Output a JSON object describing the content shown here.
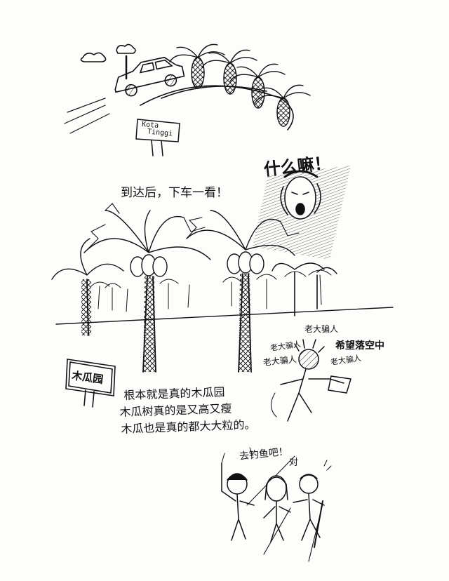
{
  "panel1": {
    "sign_line1": "Kota",
    "sign_line2": "Tinggi"
  },
  "panel2": {
    "arrival_text": "到达后，下车一看！",
    "exclaim_text": "什么嘛！"
  },
  "panel3": {
    "sign_text": "木瓜园",
    "caption_line1": "根本就是真的木瓜园",
    "caption_line2": "木瓜树真的是又高又瘦",
    "caption_line3": "木瓜也是真的都大大粒的。",
    "liar_1": "老大骗人",
    "liar_2": "老大骗人",
    "liar_3": "老大骗人",
    "liar_4": "老大骗人",
    "hope": "希望落空中"
  },
  "panel4": {
    "fishing_text": "去钓鱼吧！",
    "agree_text": "对"
  },
  "colors": {
    "ink": "#111111",
    "paper": "#fdfdfb"
  }
}
